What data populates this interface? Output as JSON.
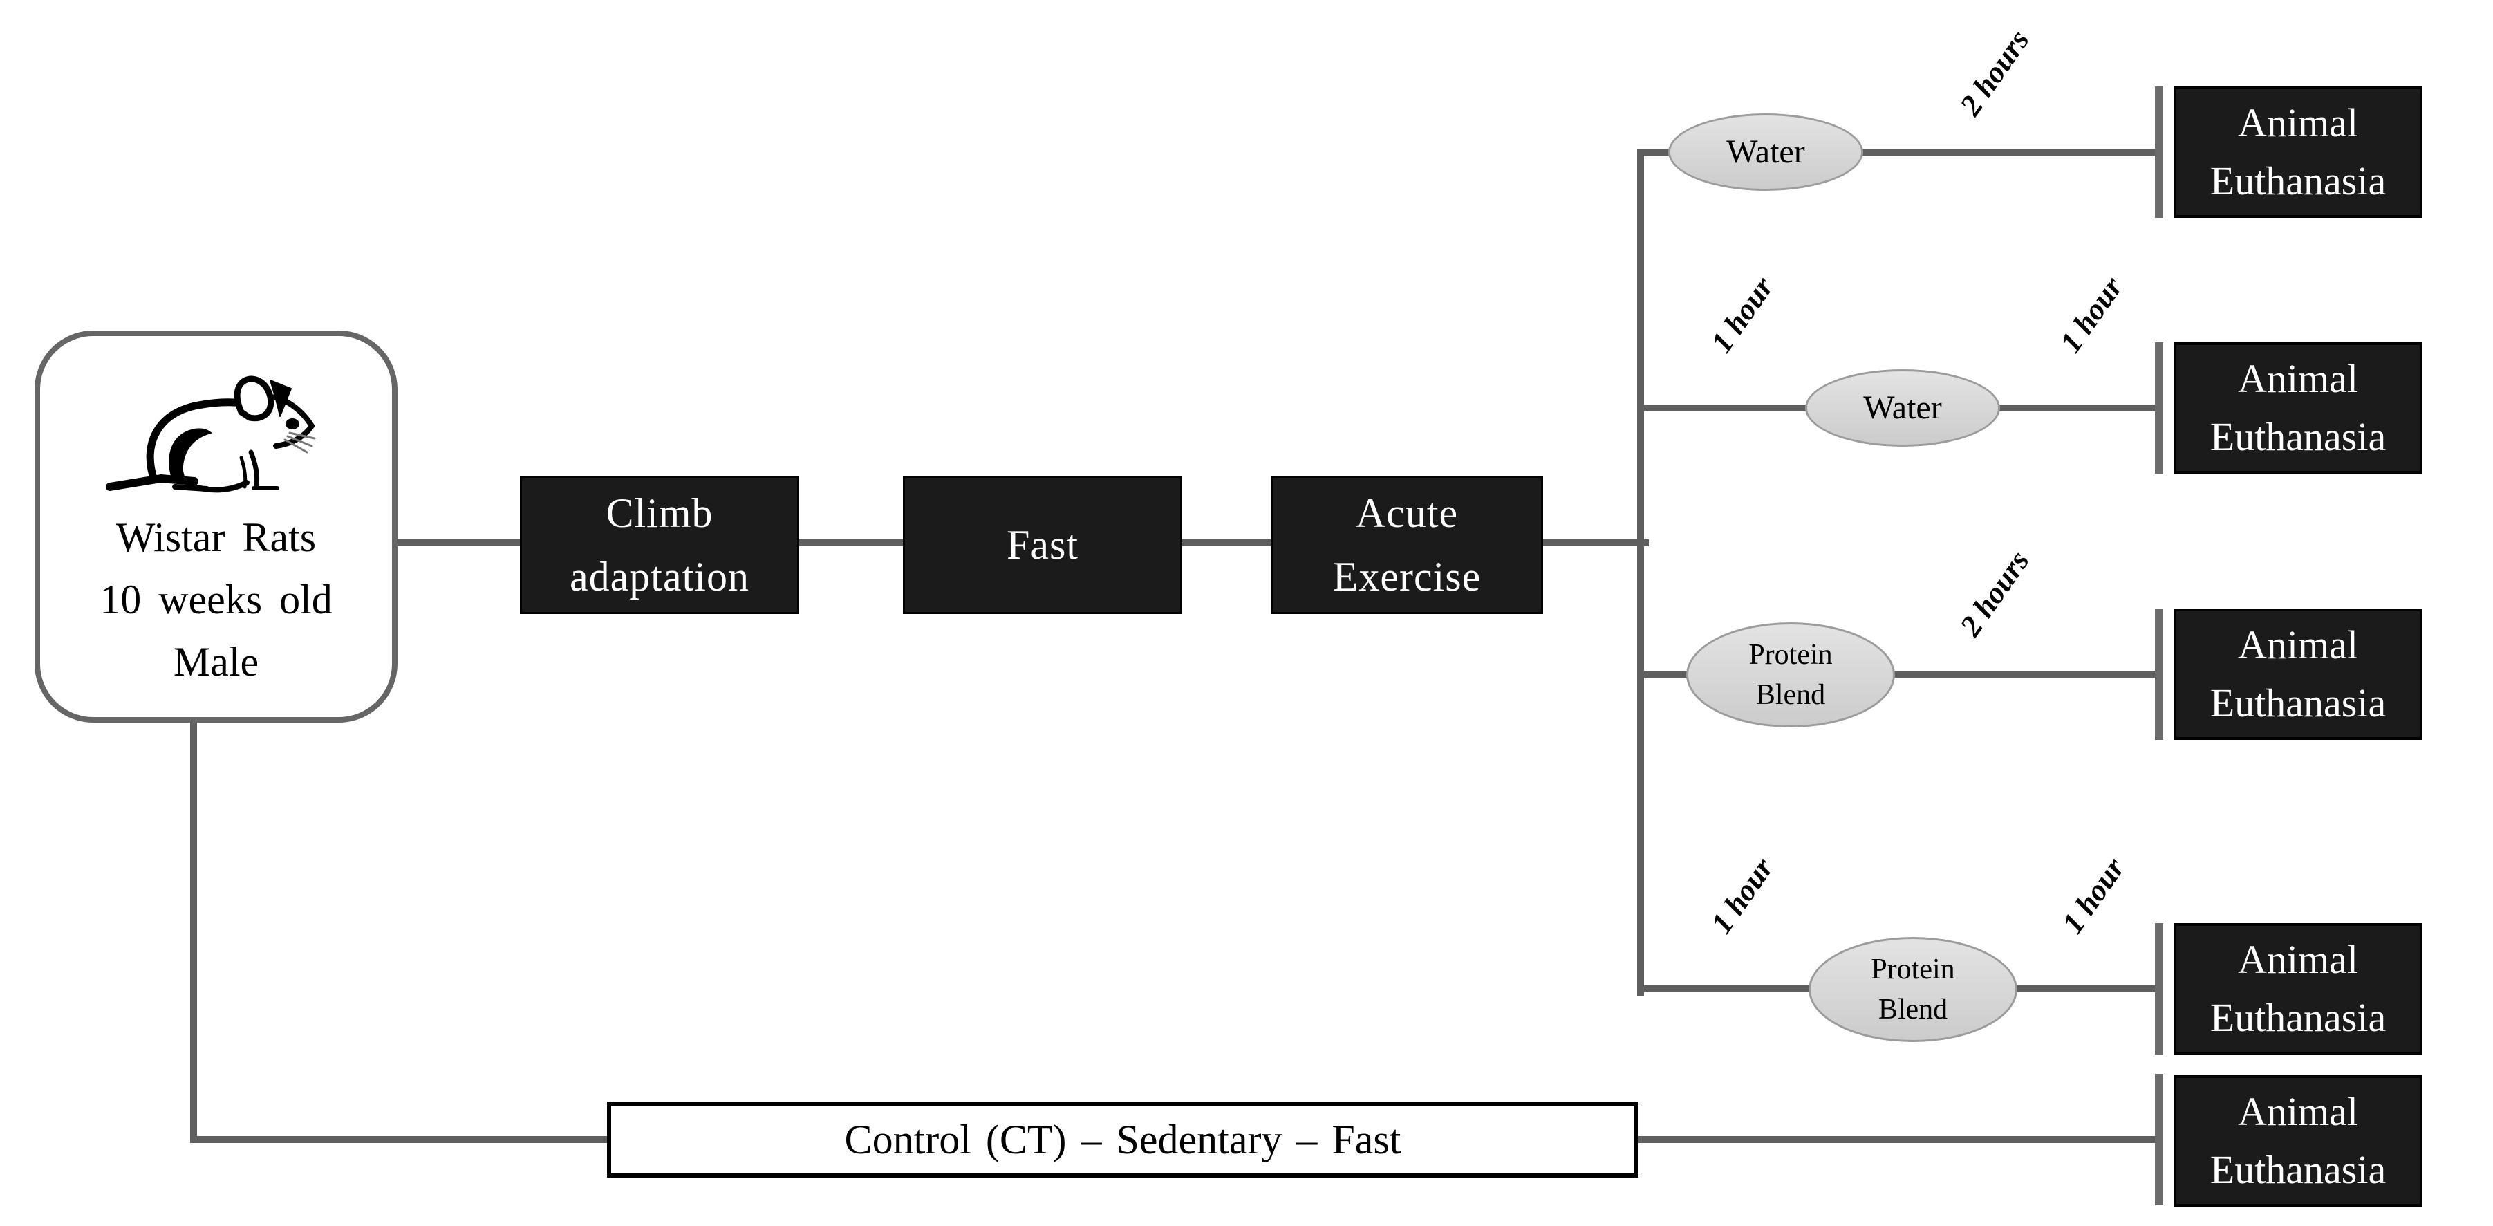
{
  "colors": {
    "connector": "#5f5f5f",
    "process_fill": "#1b1b1b",
    "process_border": "#000000",
    "process_text": "#ffffff",
    "supplement_fill": "#d7d7d7",
    "supplement_border": "#9c9c9c",
    "control_fill": "#ffffff",
    "start_border": "#666666",
    "text": "#000000"
  },
  "start_node": {
    "icon": "rat-icon",
    "line1": "Wistar Rats",
    "line2": "10 weeks old",
    "line3": "Male"
  },
  "steps": {
    "climb_line1": "Climb",
    "climb_line2": "adaptation",
    "fast": "Fast",
    "acute_line1": "Acute",
    "acute_line2": "Exercise"
  },
  "branches": [
    {
      "supplement_line1": "Water",
      "post_time": "2 hours",
      "end_line1": "Animal",
      "end_line2": "Euthanasia"
    },
    {
      "supplement_line1": "Water",
      "pre_time": "1 hour",
      "post_time": "1 hour",
      "end_line1": "Animal",
      "end_line2": "Euthanasia"
    },
    {
      "supplement_line1": "Protein",
      "supplement_line2": "Blend",
      "post_time": "2 hours",
      "end_line1": "Animal",
      "end_line2": "Euthanasia"
    },
    {
      "supplement_line1": "Protein",
      "supplement_line2": "Blend",
      "pre_time": "1 hour",
      "post_time": "1 hour",
      "end_line1": "Animal",
      "end_line2": "Euthanasia"
    }
  ],
  "control": {
    "label": "Control (CT) – Sedentary – Fast",
    "end_line1": "Animal",
    "end_line2": "Euthanasia"
  }
}
